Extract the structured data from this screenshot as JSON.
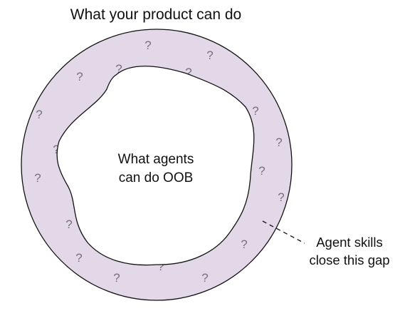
{
  "title": "What your product can do",
  "inner_label": {
    "line1": "What agents",
    "line2": "can do OOB"
  },
  "callout_label": {
    "line1": "Agent skills",
    "line2": "close this gap"
  },
  "unknown_marker": "?",
  "colors": {
    "ring_fill": "#e2d8e7",
    "stroke": "#111111",
    "question_mark": "#75727a",
    "inner_fill": "#ffffff"
  }
}
